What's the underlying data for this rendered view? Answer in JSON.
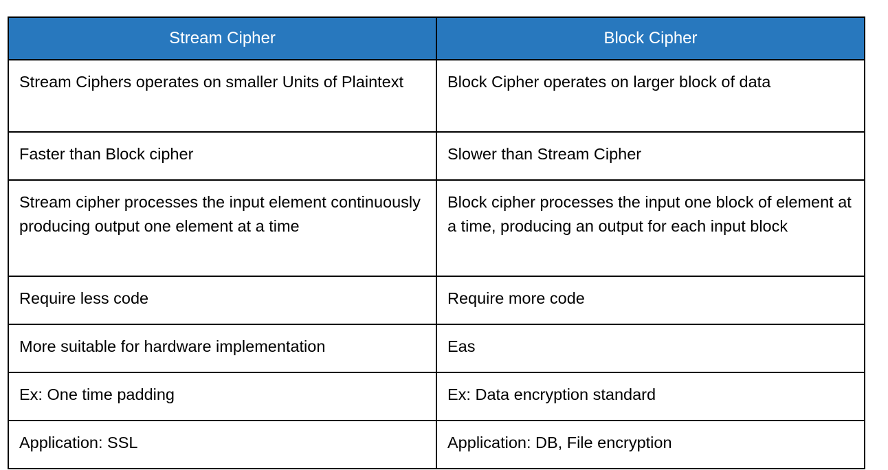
{
  "table": {
    "columns": [
      {
        "header": "Stream Cipher"
      },
      {
        "header": "Block Cipher"
      }
    ],
    "rows": [
      [
        "Stream Ciphers operates on smaller Units of Plaintext",
        "Block Cipher operates on larger block of data"
      ],
      [
        "Faster than Block cipher",
        "Slower than Stream Cipher"
      ],
      [
        "Stream cipher processes the input element continuously producing output one element at a time",
        "Block cipher processes the input one block of element at a time, producing an output for each input block"
      ],
      [
        "Require less code",
        "Require more code"
      ],
      [
        "More suitable for hardware implementation",
        "Eas"
      ],
      [
        "Ex: One time padding",
        "Ex: Data encryption standard"
      ],
      [
        "Application: SSL",
        "Application: DB, File encryption"
      ]
    ],
    "colors": {
      "header_bg": "#2878BE",
      "header_text": "#FFFFFF",
      "border": "#000000",
      "cell_bg": "#FFFFFF",
      "cell_text": "#000000"
    }
  }
}
